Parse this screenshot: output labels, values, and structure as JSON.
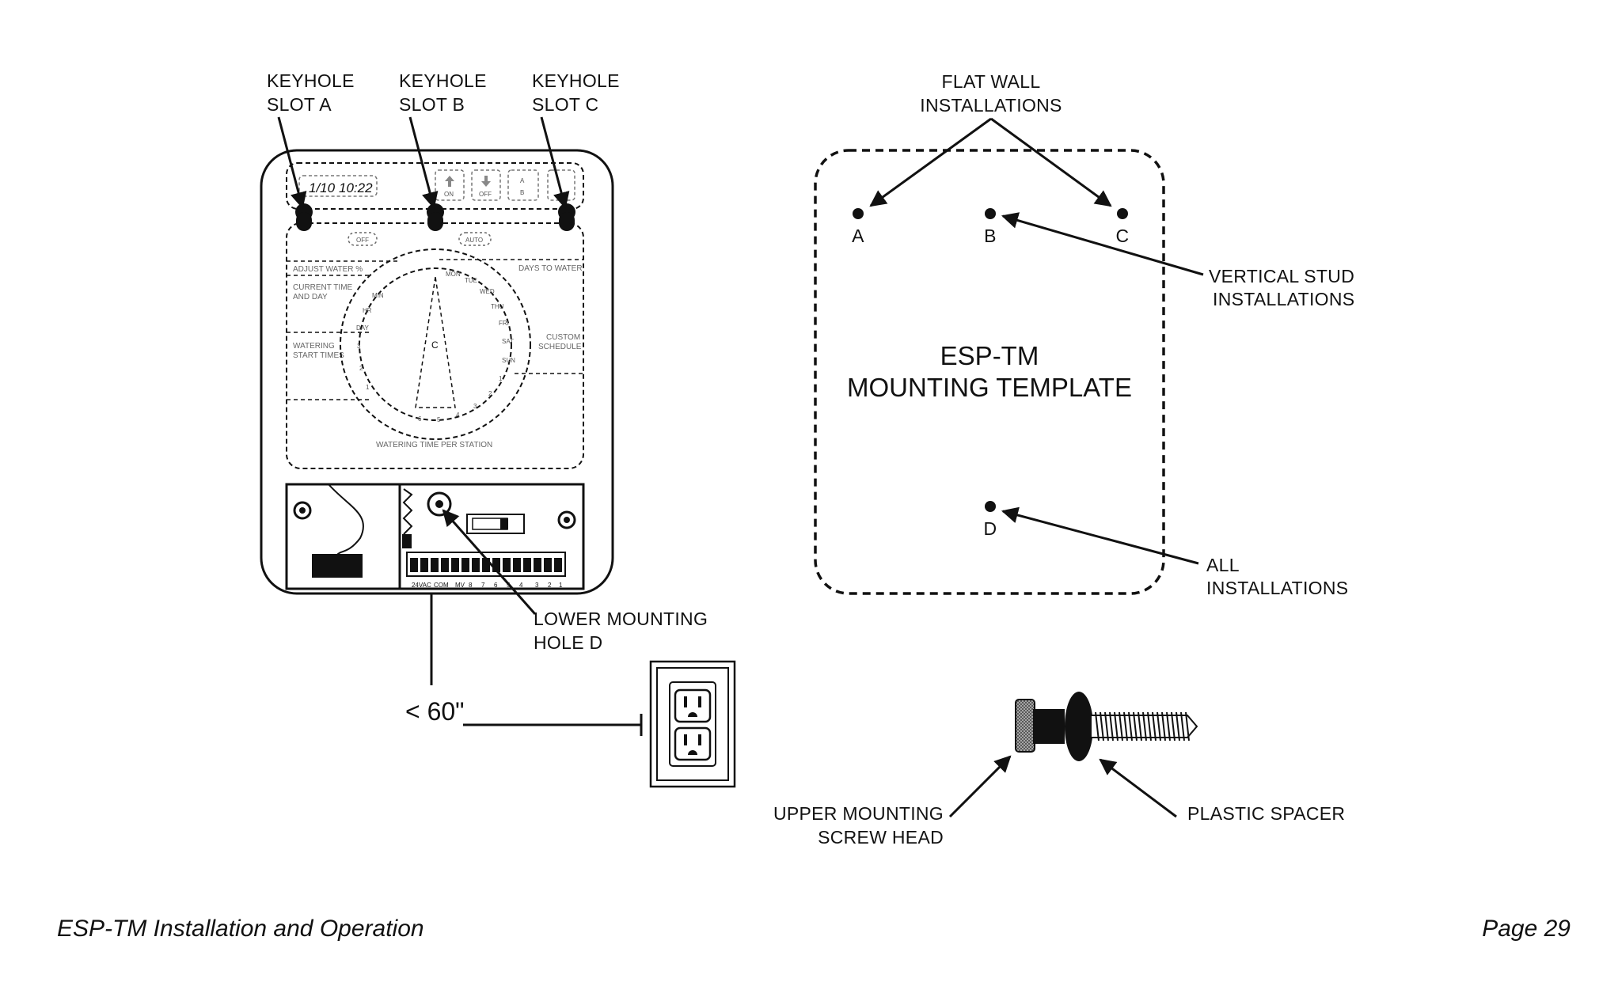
{
  "controller_diagram": {
    "keyhole_labels": [
      {
        "line1": "KEYHOLE",
        "line2": "SLOT A"
      },
      {
        "line1": "KEYHOLE",
        "line2": "SLOT B"
      },
      {
        "line1": "KEYHOLE",
        "line2": "SLOT C"
      }
    ],
    "display": {
      "date": "1/10",
      "time": "10:22"
    },
    "buttons": [
      {
        "label": "ON"
      },
      {
        "label": "OFF"
      },
      {
        "label": "A",
        "sub": "B"
      }
    ],
    "dial": {
      "off_label": "OFF",
      "auto_label": "AUTO",
      "adjust_water": "ADJUST WATER %",
      "current_time_line1": "CURRENT TIME",
      "current_time_line2": "AND DAY",
      "watering_start_line1": "WATERING",
      "watering_start_line2": "START TIMES",
      "days_to_water": "DAYS TO WATER",
      "custom_line1": "CUSTOM",
      "custom_line2": "SCHEDULE",
      "watering_time": "WATERING TIME PER STATION",
      "left_ring": [
        "MIN",
        "HR",
        "DAY",
        "3",
        "2",
        "1"
      ],
      "right_ring": [
        "MON",
        "TUE",
        "WED",
        "THU",
        "FRI",
        "SAT",
        "SUN",
        "1",
        "2",
        "3",
        "4",
        "5",
        "6"
      ],
      "center": "C"
    },
    "terminal_labels": [
      "24VAC",
      "COM",
      "MV",
      "8",
      "7",
      "6",
      "5",
      "4",
      "3",
      "2",
      "1"
    ],
    "lower_hole_label": {
      "line1": "LOWER MOUNTING",
      "line2": "HOLE D"
    },
    "distance_label": "< 60\""
  },
  "template_diagram": {
    "flat_wall": {
      "line1": "FLAT WALL",
      "line2": "INSTALLATIONS"
    },
    "points": [
      "A",
      "B",
      "C",
      "D"
    ],
    "vertical_stud": {
      "line1": "VERTICAL STUD",
      "line2": "INSTALLATIONS"
    },
    "title": {
      "line1": "ESP-TM",
      "line2": "MOUNTING TEMPLATE"
    },
    "all_installations": {
      "line1": "ALL",
      "line2": "INSTALLATIONS"
    }
  },
  "screw_diagram": {
    "screw_head": {
      "line1": "UPPER MOUNTING",
      "line2": "SCREW HEAD"
    },
    "spacer": "PLASTIC SPACER"
  },
  "footer": {
    "left": "ESP-TM Installation and Operation",
    "right": "Page 29"
  }
}
